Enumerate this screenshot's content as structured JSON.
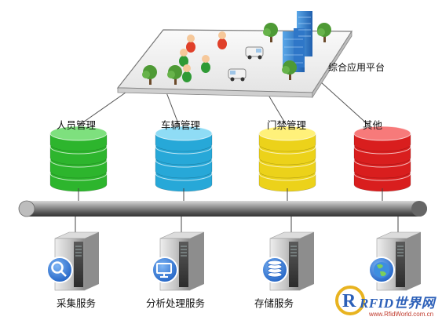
{
  "platform": {
    "label": "综合应用平台"
  },
  "databases": [
    {
      "label": "人员管理",
      "color": "#2db52d",
      "top_color": "#7ee07e"
    },
    {
      "label": "车辆管理",
      "color": "#27a8d8",
      "top_color": "#8fdcf5"
    },
    {
      "label": "门禁管理",
      "color": "#ecd21a",
      "top_color": "#fff17a"
    },
    {
      "label": "其他",
      "color": "#d91e1e",
      "top_color": "#f77a7a"
    }
  ],
  "services": [
    {
      "label": "采集服务",
      "icon": "magnifier-icon"
    },
    {
      "label": "分析处理服务",
      "icon": "monitor-icon"
    },
    {
      "label": "存储服务",
      "icon": "database-icon"
    },
    {
      "label": "",
      "icon": "globe-icon"
    }
  ],
  "watermark": {
    "text": "RFID世界网",
    "sub": "www.RfidWorld.com.cn"
  }
}
